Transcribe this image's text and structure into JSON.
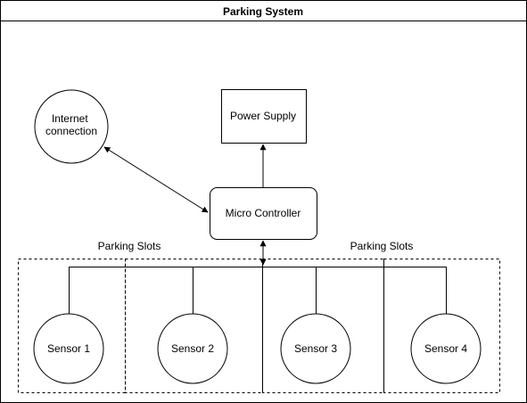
{
  "diagram": {
    "title": "Parking System",
    "nodes": {
      "internet": "Internet\nconnection",
      "power_supply": "Power Supply",
      "micro_controller": "Micro Controller",
      "sensors": [
        "Sensor 1",
        "Sensor 2",
        "Sensor 3",
        "Sensor 4"
      ]
    },
    "group_labels": {
      "left": "Parking Slots",
      "right": "Parking Slots"
    },
    "colors": {
      "stroke": "#000000",
      "fill": "#ffffff"
    }
  }
}
